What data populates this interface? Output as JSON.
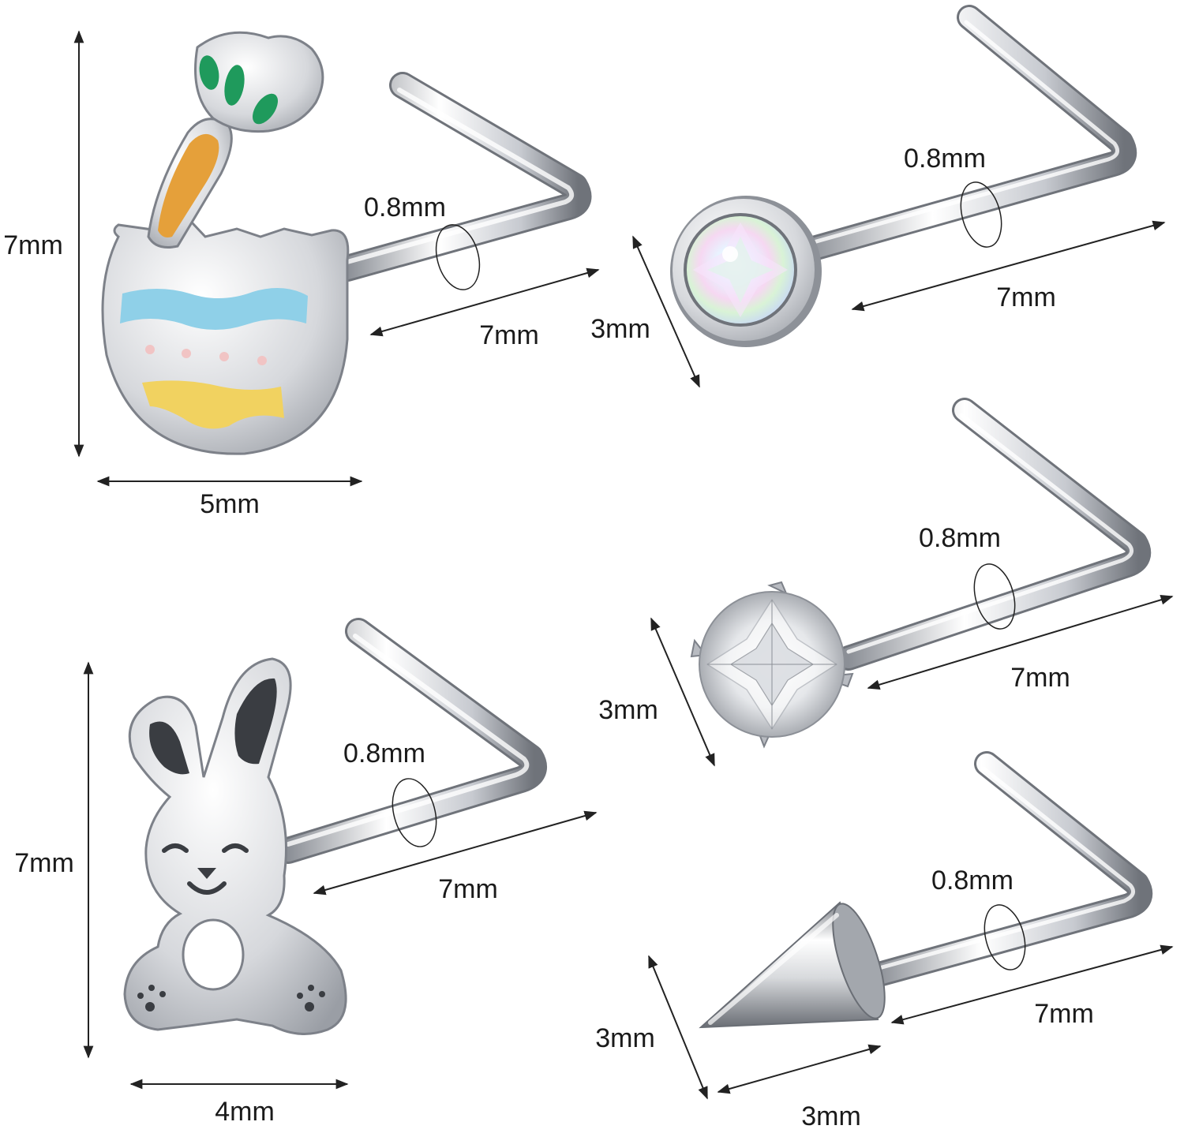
{
  "colors": {
    "background": "#ffffff",
    "steel_light": "#f2f3f5",
    "steel_mid": "#c9ccd1",
    "steel_dark": "#7d8189",
    "enamel_green": "#1f9a5c",
    "enamel_orange": "#e5a03a",
    "enamel_blue": "#8fd0e8",
    "enamel_pink": "#f1c4c4",
    "enamel_yellow": "#f1d260"
  },
  "items": {
    "egg": {
      "label_height": "7mm",
      "label_width": "5mm",
      "label_gauge": "0.8mm",
      "label_length": "7mm",
      "icon": "easter-egg-carrot-icon"
    },
    "opal": {
      "label_gauge": "0.8mm",
      "label_length": "7mm",
      "label_diameter": "3mm",
      "icon": "opal-gem-icon"
    },
    "cz": {
      "label_gauge": "0.8mm",
      "label_length": "7mm",
      "label_diameter": "3mm",
      "icon": "clear-cz-gem-icon"
    },
    "bunny": {
      "label_height": "7mm",
      "label_width": "4mm",
      "label_gauge": "0.8mm",
      "label_length": "7mm",
      "icon": "bunny-icon"
    },
    "spike": {
      "label_gauge": "0.8mm",
      "label_length": "7mm",
      "label_diameter": "3mm",
      "label_base": "3mm",
      "icon": "spike-cone-icon"
    }
  }
}
